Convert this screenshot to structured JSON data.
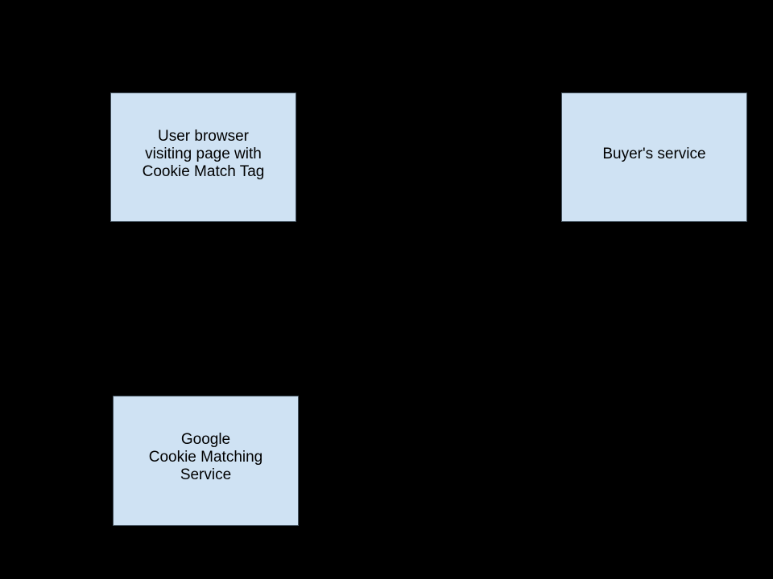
{
  "diagram": {
    "background_color": "#000000",
    "node_fill_color": "#cfe2f3",
    "node_border_color": "#44525e",
    "node_text_color": "#000000",
    "nodes": [
      {
        "id": "user-browser",
        "label": "User browser\nvisiting page with\nCookie Match Tag"
      },
      {
        "id": "buyers-service",
        "label": "Buyer's service"
      },
      {
        "id": "google-cookie-matching-service",
        "label": "Google\nCookie Matching\nService"
      }
    ]
  }
}
